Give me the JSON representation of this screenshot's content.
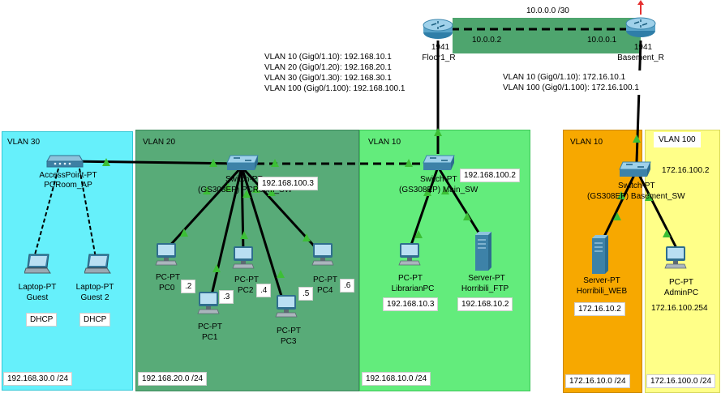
{
  "colors": {
    "vlan30": "#66f0fb",
    "vlan20": "#58ab78",
    "vlan10_main": "#63ec7c",
    "vlan10_basement": "#f7a800",
    "vlan100": "#ffff88",
    "wan": "#4ea56e",
    "link": "#000000",
    "link_up": "#3cbf36"
  },
  "zones": {
    "vlan30": {
      "label": "VLAN 30",
      "subnet": "192.168.30.0 /24"
    },
    "vlan20": {
      "label": "VLAN 20",
      "subnet": "192.168.20.0 /24"
    },
    "vlan10_main": {
      "label": "VLAN 10",
      "subnet": "192.168.10.0 /24"
    },
    "vlan10_basement": {
      "label": "VLAN 10",
      "subnet": "172.16.10.0 /24"
    },
    "vlan100": {
      "label": "VLAN 100",
      "subnet": "172.16.100.0 /24"
    }
  },
  "wan": {
    "network": "10.0.0.0 /30",
    "floor_ip": "10.0.0.2",
    "basement_ip": "10.0.0.1"
  },
  "routers": {
    "floor": {
      "model": "1941",
      "name": "Floor1_R",
      "icon": "router-icon"
    },
    "basement": {
      "model": "1941",
      "name": "Basement_R",
      "icon": "router-icon"
    }
  },
  "floor_subinterfaces": [
    "VLAN 10 (Gig0/1.10): 192.168.10.1",
    "VLAN 20 (Gig0/1.20): 192.168.20.1",
    "VLAN 30 (Gig0/1.30): 192.168.30.1",
    "VLAN 100 (Gig0/1.100): 192.168.100.1"
  ],
  "basement_subinterfaces": [
    "VLAN 10 (Gig0/1.10): 172.16.10.1",
    "VLAN 100 (Gig0/1.100): 172.16.100.1"
  ],
  "switches": {
    "pcroom": {
      "line1": "Switch-PT",
      "line2": "(GS308EP) PCRoom_SW",
      "ip": "192.168.100.3"
    },
    "main": {
      "line1": "Switch-PT",
      "line2": "(GS308EP) Main_SW",
      "ip": "192.168.100.2"
    },
    "basement": {
      "line1": "Switch-PT",
      "line2": "(GS308EP) Basement_SW",
      "ip": "172.16.100.2"
    }
  },
  "access_point": {
    "line1": "AccessPoint-PT",
    "line2": "PCRoom_AP"
  },
  "laptops": [
    {
      "type": "Laptop-PT",
      "name": "Guest",
      "ip": "DHCP"
    },
    {
      "type": "Laptop-PT",
      "name": "Guest 2",
      "ip": "DHCP"
    }
  ],
  "pcs": [
    {
      "type": "PC-PT",
      "name": "PC0",
      "ip": ".2"
    },
    {
      "type": "PC-PT",
      "name": "PC1",
      "ip": ".3"
    },
    {
      "type": "PC-PT",
      "name": "PC2",
      "ip": ".4"
    },
    {
      "type": "PC-PT",
      "name": "PC3",
      "ip": ".5"
    },
    {
      "type": "PC-PT",
      "name": "PC4",
      "ip": ".6"
    }
  ],
  "main_devices": {
    "librarian": {
      "type": "PC-PT",
      "name": "LibrarianPC",
      "ip": "192.168.10.3"
    },
    "ftp": {
      "type": "Server-PT",
      "name": "Horribili_FTP",
      "ip": "192.168.10.2"
    }
  },
  "basement_devices": {
    "web": {
      "type": "Server-PT",
      "name": "Horribili_WEB",
      "ip": "172.16.10.2"
    },
    "admin": {
      "type": "PC-PT",
      "name": "AdminPC",
      "ip": "172.16.100.254"
    }
  }
}
